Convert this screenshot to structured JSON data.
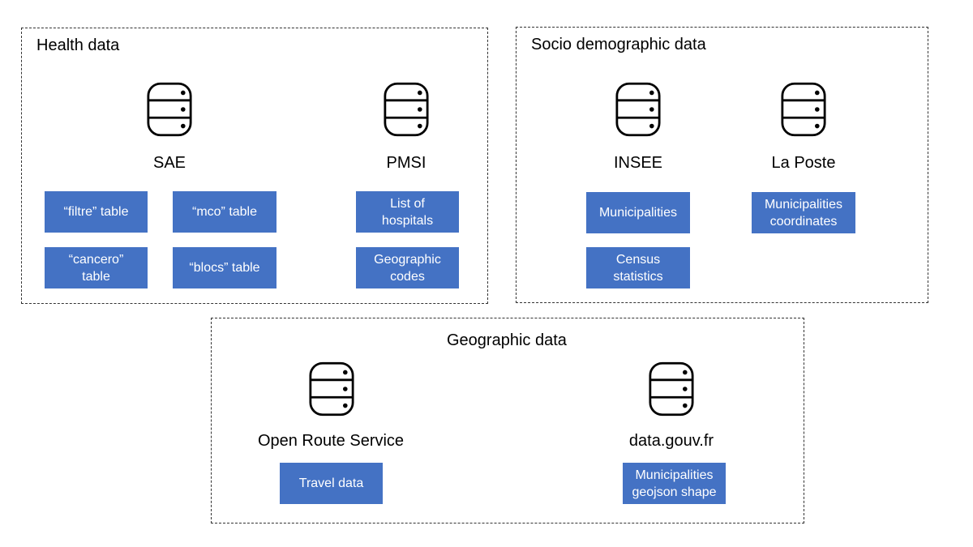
{
  "groups": {
    "health": {
      "title": "Health data",
      "sources": {
        "sae": {
          "label": "SAE",
          "tables": [
            "“filtre” table",
            "“mco” table",
            "“cancero”\ntable",
            "“blocs” table"
          ]
        },
        "pmsi": {
          "label": "PMSI",
          "tables": [
            "List of\nhospitals",
            "Geographic\ncodes"
          ]
        }
      }
    },
    "socio": {
      "title": "Socio demographic data",
      "sources": {
        "insee": {
          "label": "INSEE",
          "tables": [
            "Municipalities",
            "Census\nstatistics"
          ]
        },
        "laposte": {
          "label": "La Poste",
          "tables": [
            "Municipalities\ncoordinates"
          ]
        }
      }
    },
    "geo": {
      "title": "Geographic data",
      "sources": {
        "ors": {
          "label": "Open Route Service",
          "tables": [
            "Travel data"
          ]
        },
        "datagouv": {
          "label": "data.gouv.fr",
          "tables": [
            "Municipalities\ngeojson shape"
          ]
        }
      }
    }
  },
  "colors": {
    "table_fill": "#4472c4",
    "table_text": "#ffffff",
    "border": "#333333"
  },
  "icons": {
    "database": "database-icon"
  }
}
